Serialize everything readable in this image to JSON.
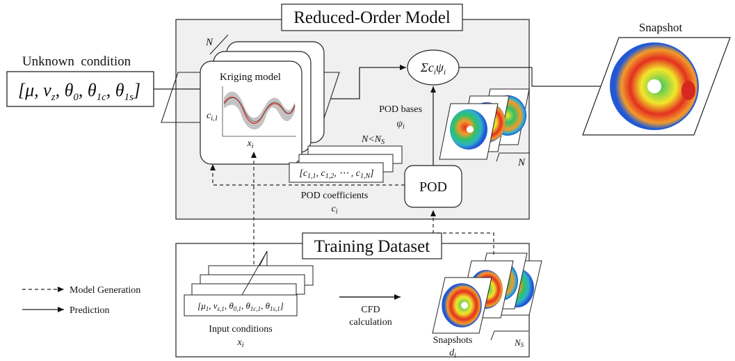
{
  "rom": {
    "title": "Reduced-Order Model"
  },
  "training": {
    "title": "Training Dataset"
  },
  "unknown": {
    "label": "Unknown  condition",
    "vector": "[μ, v",
    "vz_sub": "z",
    "theta0": ", θ",
    "theta0_sub": "0",
    "theta1c": ", θ",
    "theta1c_sub": "1c",
    "theta1s": ", θ",
    "theta1s_sub": "1s",
    "close": "]"
  },
  "kriging": {
    "label": "Kriging model",
    "stack_label": "N",
    "y_label": "c",
    "y_sub": "i,1",
    "x_label": "x",
    "x_sub": "i"
  },
  "sum": {
    "label": "Σc",
    "sub1": "i",
    "psi": "ψ",
    "sub2": "i"
  },
  "pod_bases": {
    "label": "POD bases",
    "symbol": "ψ",
    "sub": "i",
    "stack_label": "N"
  },
  "coeff_stack": {
    "label": "N<N",
    "label_sub": "S",
    "row": "[c",
    "row_parts": [
      "1,1",
      ", c",
      "1,2",
      ", ⋯ , c",
      "1,N",
      "]"
    ]
  },
  "pod": {
    "label": "POD"
  },
  "pod_coeff": {
    "label": "POD coefficients",
    "symbol": "c",
    "sub": "i"
  },
  "snapshot": {
    "label": "Snapshot"
  },
  "inputs": {
    "row": [
      "[μ",
      "1",
      ", v",
      "z,1",
      ", θ",
      "0,1",
      ", θ",
      "1c,1",
      ", θ",
      "1s,1",
      "]"
    ],
    "label": "Input conditions",
    "symbol": "x",
    "sub": "i"
  },
  "cfd": {
    "line1": "CFD",
    "line2": "calculation"
  },
  "snapshots": {
    "label": "Snapshots",
    "symbol": "d",
    "sub": "i",
    "stack_label": "N",
    "stack_sub": "S"
  },
  "legend": {
    "model_generation": "Model Generation",
    "prediction": "Prediction"
  },
  "colors": {
    "rom_fill": "#f0f0f0",
    "curve": "#d9433b",
    "band": "#bdbdbd",
    "disk_red": "#e33020",
    "disk_yellow": "#f3e62a",
    "disk_green": "#2fc266",
    "disk_blue": "#2158d6"
  }
}
